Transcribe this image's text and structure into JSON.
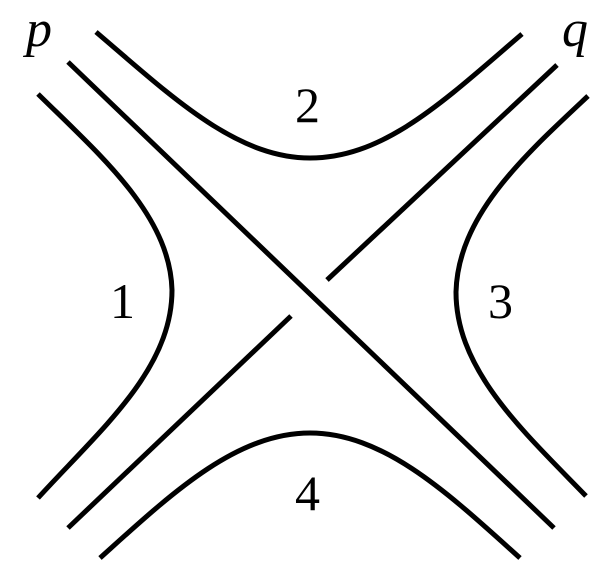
{
  "labels": {
    "p": "p",
    "q": "q",
    "region_1": "1",
    "region_2": "2",
    "region_3": "3",
    "region_4": "4"
  },
  "colors": {
    "stroke": "#000000",
    "background": "#ffffff"
  }
}
